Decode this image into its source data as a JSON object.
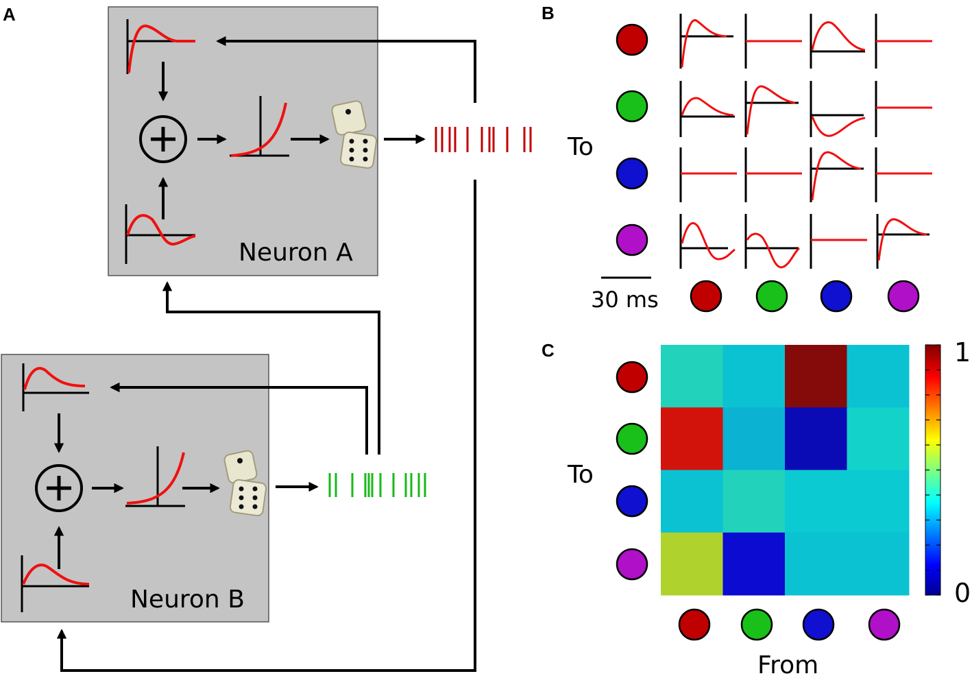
{
  "panels": {
    "a": "A",
    "b": "B",
    "c": "C"
  },
  "neuron_a": {
    "label": "Neuron A",
    "spike_color": "#c00000"
  },
  "neuron_b": {
    "label": "Neuron B",
    "spike_color": "#19b819"
  },
  "panel_b": {
    "to_label": "To",
    "scale_bar_label": "30 ms",
    "neuron_colors": [
      "#c00000",
      "#19c019",
      "#1010d0",
      "#b010c8"
    ]
  },
  "panel_c": {
    "to_label": "To",
    "from_label": "From",
    "colorbar_max": "1",
    "colorbar_min": "0",
    "neuron_colors": [
      "#c00000",
      "#19c019",
      "#1010d0",
      "#b010c8"
    ]
  },
  "chart_data": {
    "type": "heatmap",
    "xlabel": "From",
    "ylabel": "To",
    "rows": [
      "red",
      "green",
      "blue",
      "magenta"
    ],
    "columns": [
      "red",
      "green",
      "blue",
      "magenta"
    ],
    "values": [
      [
        0.4,
        0.35,
        0.97,
        0.35
      ],
      [
        0.86,
        0.33,
        0.08,
        0.38
      ],
      [
        0.35,
        0.4,
        0.36,
        0.36
      ],
      [
        0.58,
        0.12,
        0.35,
        0.35
      ]
    ],
    "colorbar_range": [
      0,
      1
    ]
  }
}
